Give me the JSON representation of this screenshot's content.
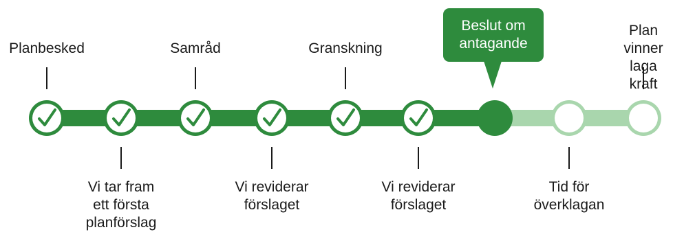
{
  "colors": {
    "done": "#2e8b3d",
    "pending": "#a9d6ad",
    "check": "#2e8b3d",
    "tick": "#1a1a1a"
  },
  "steps": [
    {
      "label": "Planbesked",
      "position": "top",
      "status": "done"
    },
    {
      "label": "Vi tar fram\nett första\nplanförslag",
      "position": "bottom",
      "status": "done"
    },
    {
      "label": "Samråd",
      "position": "top",
      "status": "done"
    },
    {
      "label": "Vi reviderar\nförslaget",
      "position": "bottom",
      "status": "done"
    },
    {
      "label": "Granskning",
      "position": "top",
      "status": "done"
    },
    {
      "label": "Vi reviderar\nförslaget",
      "position": "bottom",
      "status": "done"
    },
    {
      "label": "Beslut om\nantagande",
      "position": "top",
      "status": "current",
      "highlighted": true
    },
    {
      "label": "Tid för\növerklagan",
      "position": "bottom",
      "status": "pending"
    },
    {
      "label": "Plan vinner\nlaga kraft",
      "position": "top",
      "status": "pending"
    }
  ]
}
